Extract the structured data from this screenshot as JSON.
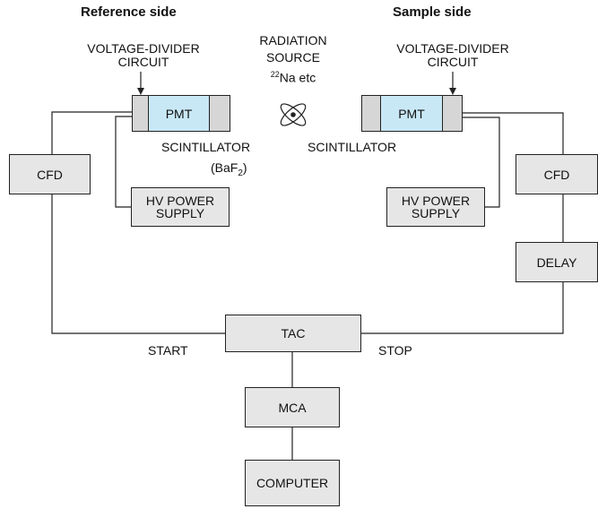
{
  "headers": {
    "reference": "Reference side",
    "sample": "Sample side"
  },
  "labels": {
    "voltage_divider_left_1": "VOLTAGE-DIVIDER",
    "voltage_divider_left_2": "CIRCUIT",
    "voltage_divider_right_1": "VOLTAGE-DIVIDER",
    "voltage_divider_right_2": "CIRCUIT",
    "radiation_1": "RADIATION",
    "radiation_2": "SOURCE",
    "radiation_isotope_mass": "22",
    "radiation_isotope_rest": "Na  etc",
    "scintillator_left": "SCINTILLATOR",
    "scintillator_left_material_pre": "(BaF",
    "scintillator_left_material_sub": "2",
    "scintillator_left_material_post": ")",
    "scintillator_right": "SCINTILLATOR",
    "start": "START",
    "stop": "STOP"
  },
  "boxes": {
    "pmt_left": "PMT",
    "pmt_right": "PMT",
    "cfd_left": "CFD",
    "cfd_right": "CFD",
    "hv_left_1": "HV POWER",
    "hv_left_2": "SUPPLY",
    "hv_right_1": "HV POWER",
    "hv_right_2": "SUPPLY",
    "delay": "DELAY",
    "tac": "TAC",
    "mca": "MCA",
    "computer": "COMPUTER"
  },
  "colors": {
    "box_fill": "#e6e6e6",
    "pmt_fill": "#c9e8f6",
    "scintillator_fill": "#e0e0e0",
    "line": "#222222"
  },
  "icons": {
    "radiation_source": "atom-symbol-icon"
  }
}
